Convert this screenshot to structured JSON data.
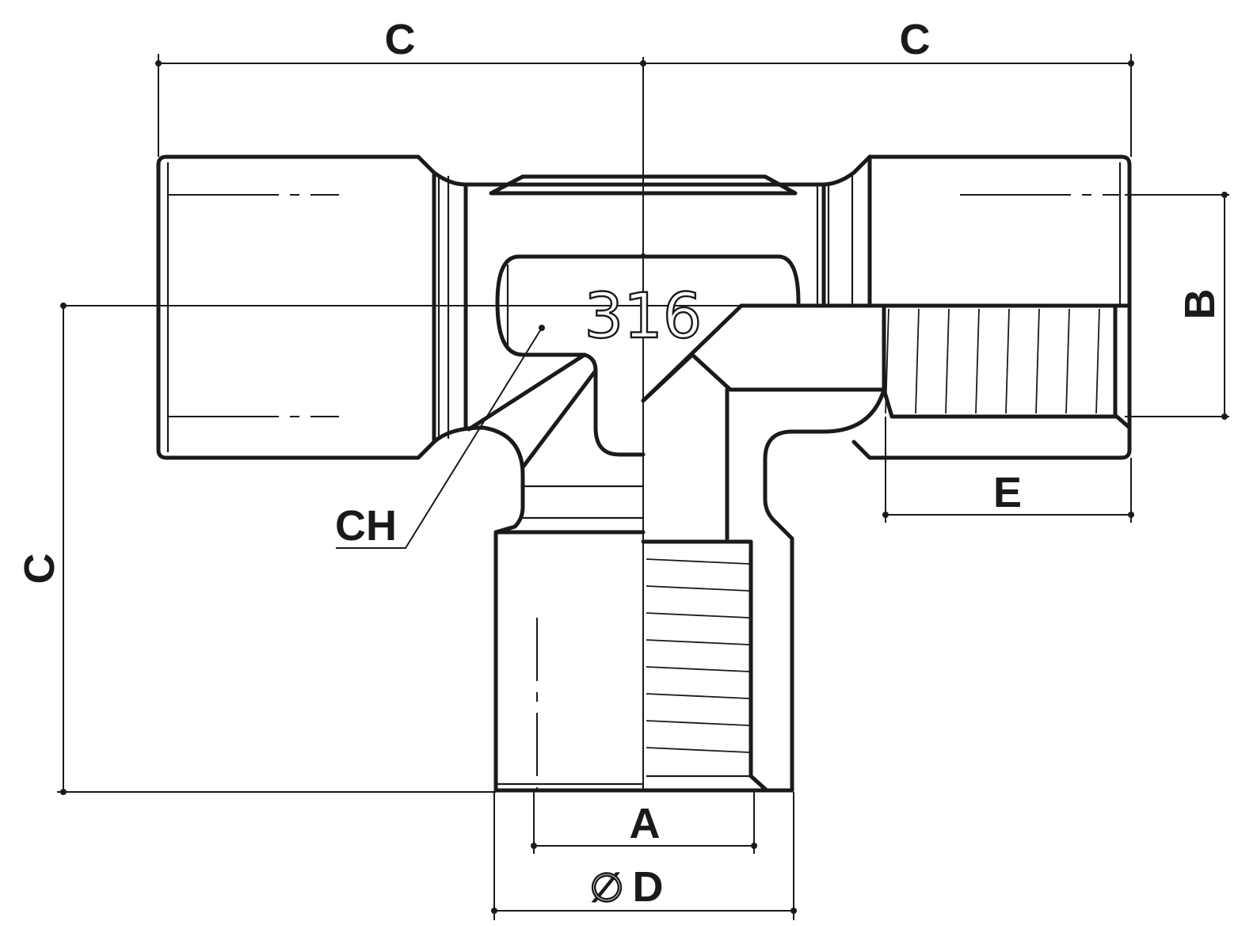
{
  "labels": {
    "c_top_left": "C",
    "c_top_right": "C",
    "c_left": "C",
    "b": "B",
    "e": "E",
    "ch": "CH",
    "a": "A",
    "d": "D",
    "diameter_symbol": "∅"
  },
  "material_mark": "316"
}
